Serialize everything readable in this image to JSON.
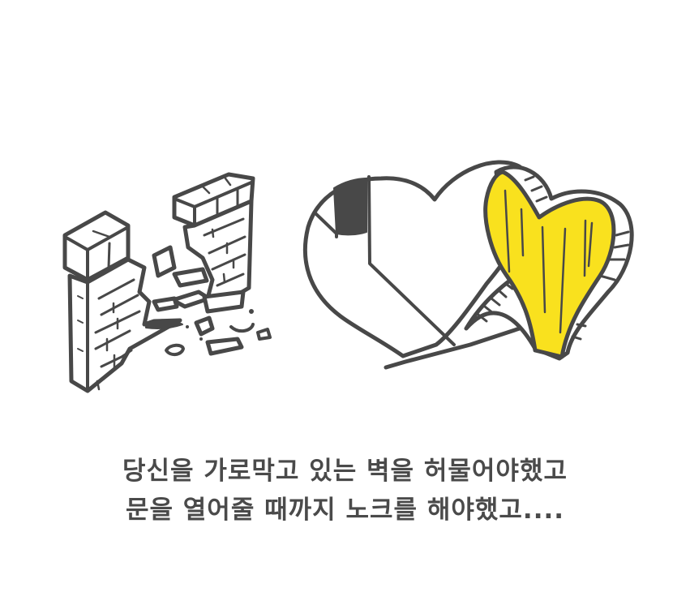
{
  "illustration": {
    "left_figure": "broken-brick-wall",
    "right_figure": "opened-heart-door",
    "colors": {
      "ink": "#484848",
      "heart_door_yellow": "#f9e11e",
      "background": "#ffffff",
      "caption_text": "#4a4a4a"
    }
  },
  "caption": {
    "lines": [
      "당신을 가로막고 있는 벽을 허물어야했고",
      "문을 열어줄 때까지 노크를 해야했고...."
    ]
  }
}
